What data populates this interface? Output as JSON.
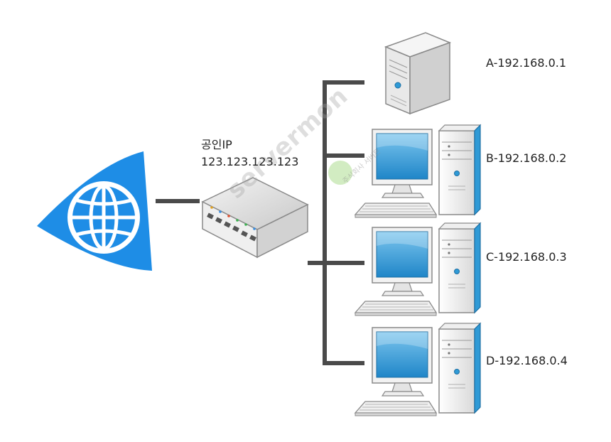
{
  "public_ip": {
    "title": "공인IP",
    "address": "123.123.123.123"
  },
  "hosts": [
    {
      "id": "A",
      "label": "A-192.168.0.1",
      "device": "server-icon"
    },
    {
      "id": "B",
      "label": "B-192.168.0.2",
      "device": "desktop-pc-icon"
    },
    {
      "id": "C",
      "label": "C-192.168.0.3",
      "device": "desktop-pc-icon"
    },
    {
      "id": "D",
      "label": "D-192.168.0.4",
      "device": "desktop-pc-icon"
    }
  ],
  "icons": {
    "internet": "globe-icon",
    "router": "router-switch-icon"
  },
  "watermark": {
    "text": "servermon",
    "sub": "주식회사 서버몬"
  },
  "colors": {
    "globe_blue": "#1e8de6",
    "screen_blue": "#2f9ad6",
    "line_gray": "#4a4a4a"
  }
}
